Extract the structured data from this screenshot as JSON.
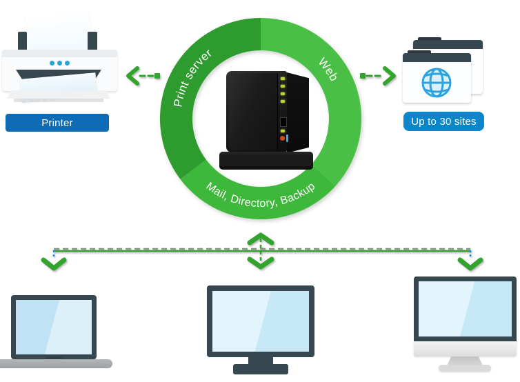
{
  "ring": {
    "segments": [
      {
        "id": "print-server",
        "label": "Print server",
        "color": "#2E9B2F"
      },
      {
        "id": "web",
        "label": "Web",
        "color": "#4ABF45"
      },
      {
        "id": "mail-directory-backup",
        "label": "Mail, Directory, Backup",
        "color": "#3CB83A"
      }
    ],
    "text_color": "#FFFFFF",
    "center_icon": "nas-device-icon"
  },
  "left_device": {
    "icon": "printer-icon",
    "label": "Printer",
    "label_bg": "#0D6CB5",
    "dot_color": "#2AA5D4"
  },
  "right_device": {
    "icon": "browser-globe-icon",
    "label": "Up to 30 sites",
    "label_bg": "#0C85C9",
    "globe_color": "#2BA3DE"
  },
  "bottom_devices": [
    {
      "icon": "laptop-icon"
    },
    {
      "icon": "desktop-monitor-icon"
    },
    {
      "icon": "all-in-one-computer-icon"
    }
  ],
  "connectors": {
    "arrow_color": "#30A42E",
    "dash_color": "#1E88E5",
    "shadow_color": "#8F8F8F"
  }
}
